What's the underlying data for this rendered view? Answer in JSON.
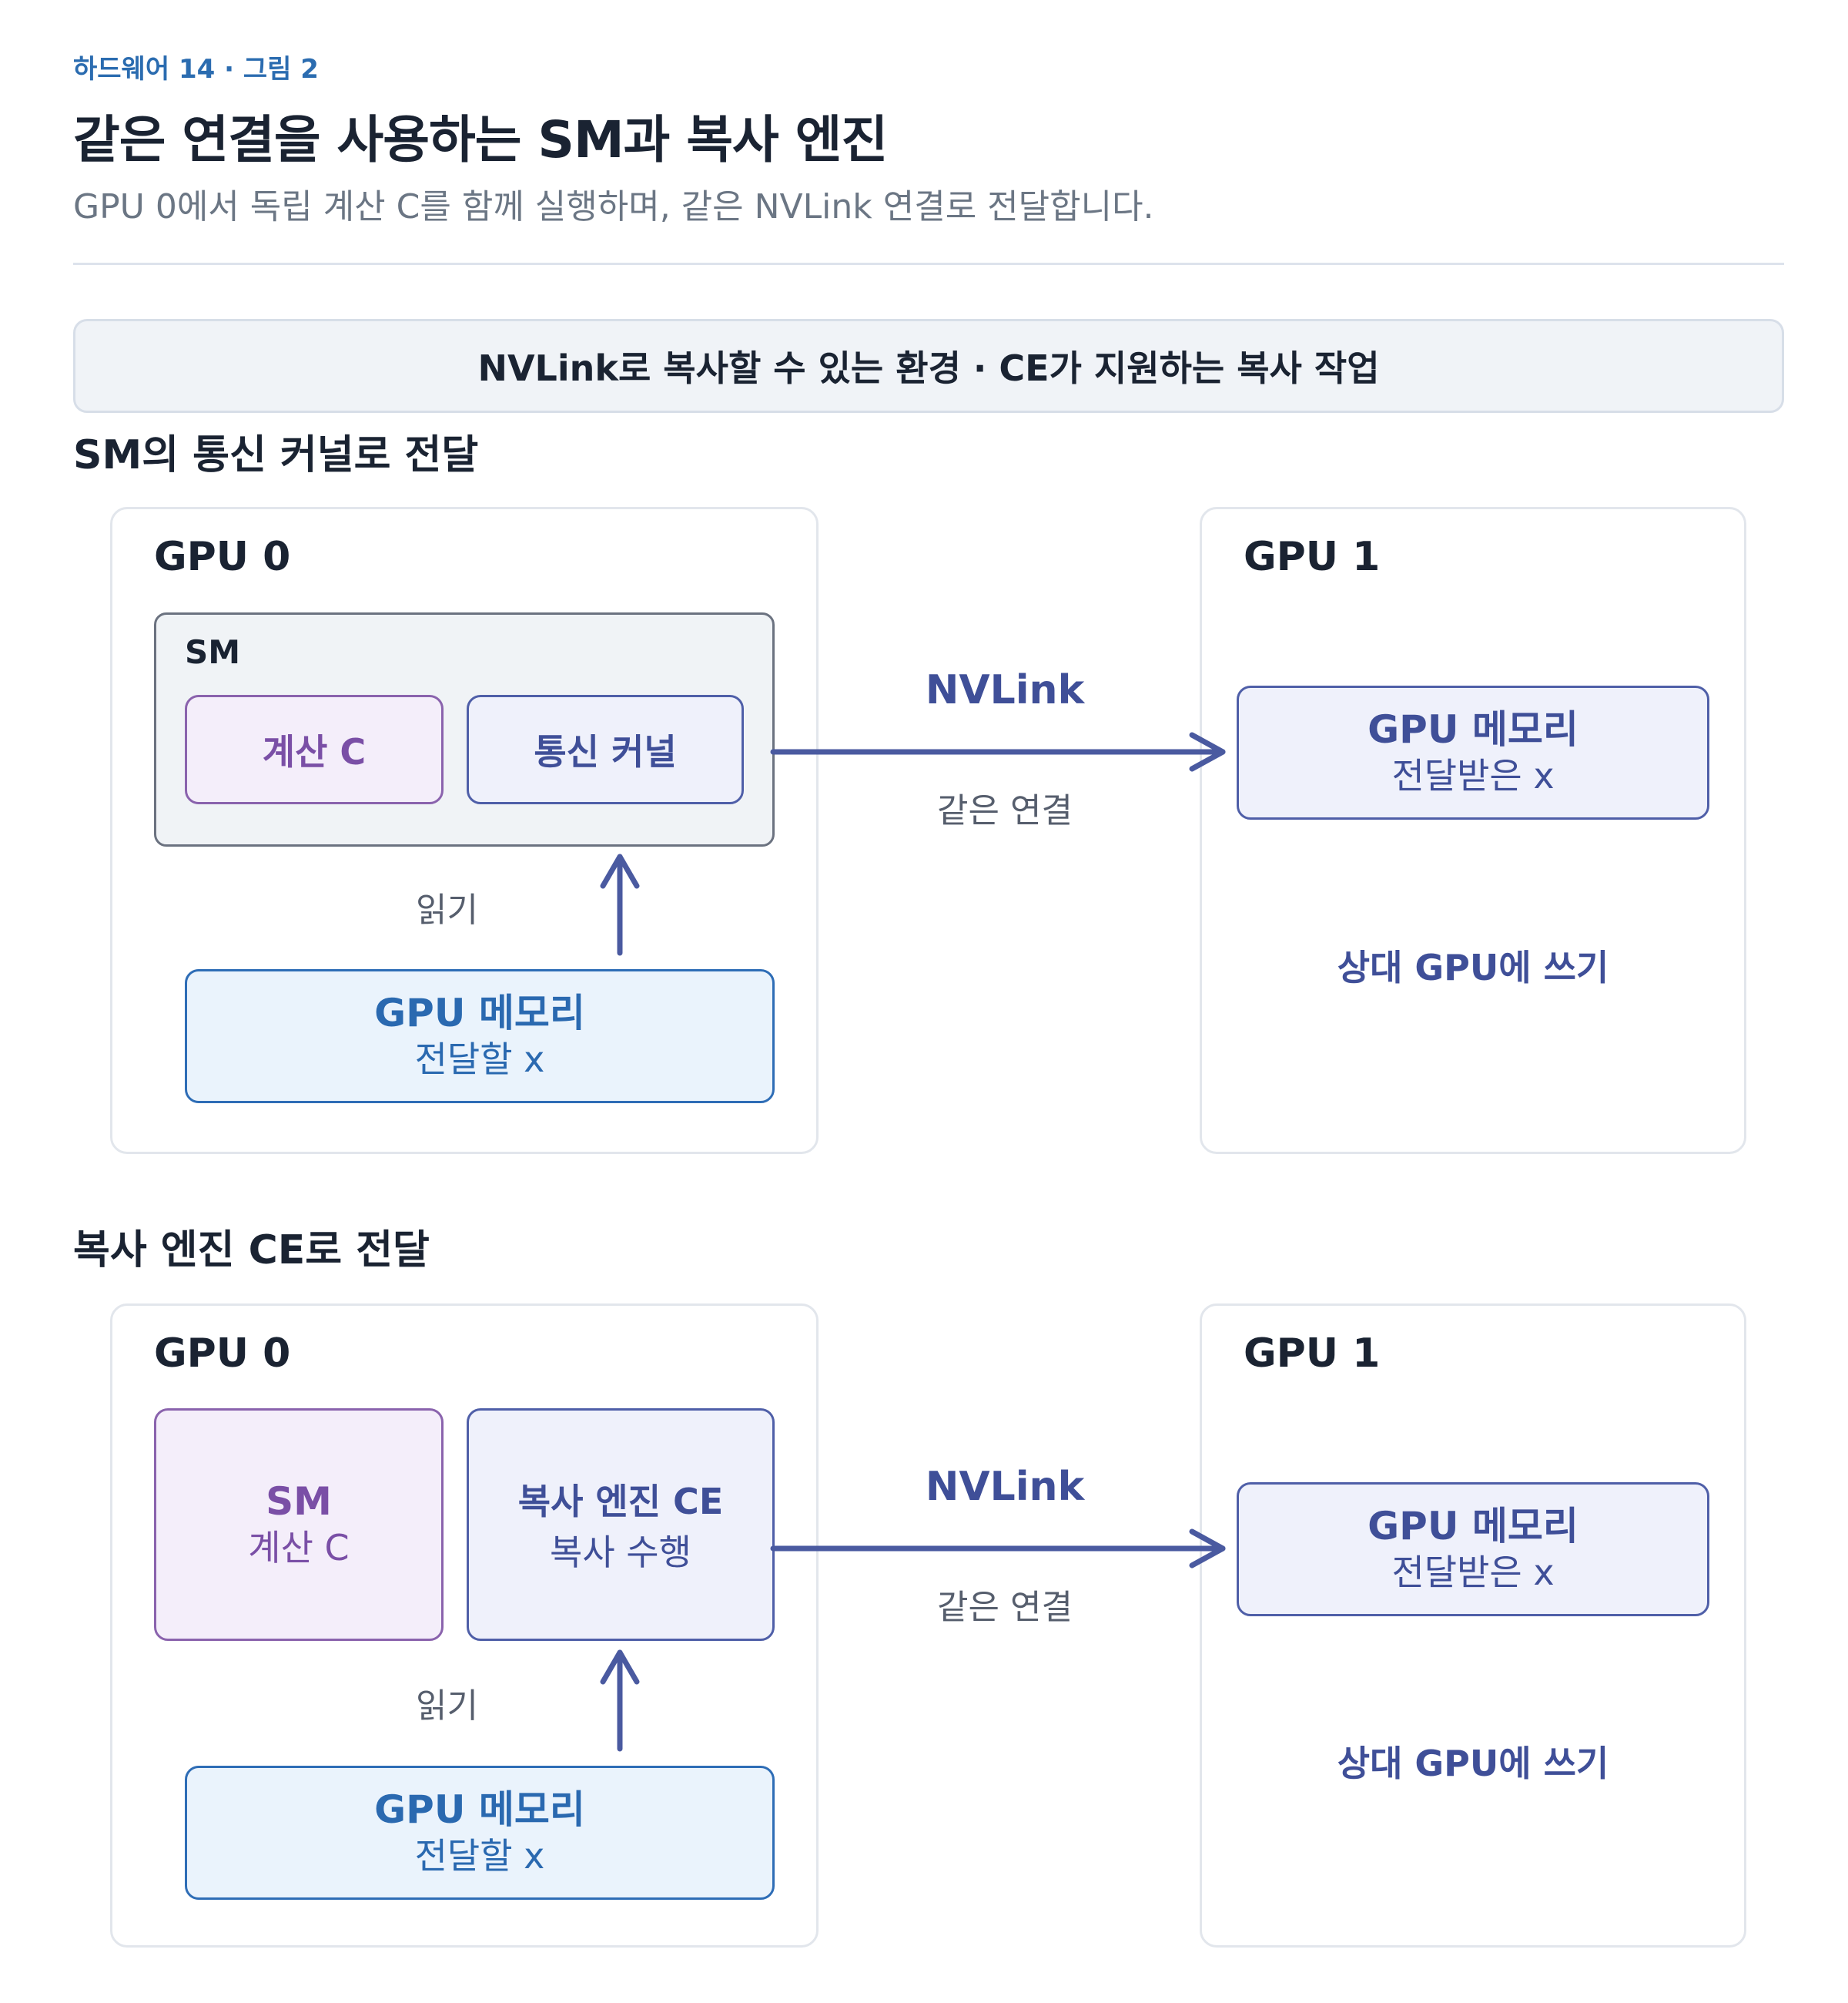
{
  "header": {
    "eyebrow": "하드웨어 14 · 그림 2",
    "title": "같은 연결을 사용하는 SM과 복사 엔진",
    "subtitle": "GPU 0에서 독립 계산 C를 함께 실행하며, 같은 NVLink 연결로 전달합니다."
  },
  "banner": "NVLink로 복사할 수 있는 환경 · CE가 지원하는 복사 작업",
  "section1": {
    "title": "SM의 통신 커널로 전달",
    "gpu0_title": "GPU 0",
    "sm_label": "SM",
    "compute": "계산 C",
    "comm_kernel": "통신 커널",
    "read_label": "읽기",
    "src_mem_title": "GPU 메모리",
    "src_mem_sub": "전달할 x",
    "link_label": "NVLink",
    "link_sub": "같은 연결",
    "gpu1_title": "GPU 1",
    "dst_mem_title": "GPU 메모리",
    "dst_mem_sub": "전달받은 x",
    "write_label": "상대 GPU에 쓰기"
  },
  "section2": {
    "title": "복사 엔진 CE로 전달",
    "gpu0_title": "GPU 0",
    "sm_title": "SM",
    "sm_sub": "계산 C",
    "ce_title": "복사 엔진 CE",
    "ce_sub": "복사 수행",
    "read_label": "읽기",
    "src_mem_title": "GPU 메모리",
    "src_mem_sub": "전달할 x",
    "link_label": "NVLink",
    "link_sub": "같은 연결",
    "gpu1_title": "GPU 1",
    "dst_mem_title": "GPU 메모리",
    "dst_mem_sub": "전달받은 x",
    "write_label": "상대 GPU에 쓰기"
  },
  "colors": {
    "arrow": "#4a5aa0",
    "purple": "#7a4fa6",
    "indigo": "#3f4f98",
    "blue": "#2a69b0"
  }
}
